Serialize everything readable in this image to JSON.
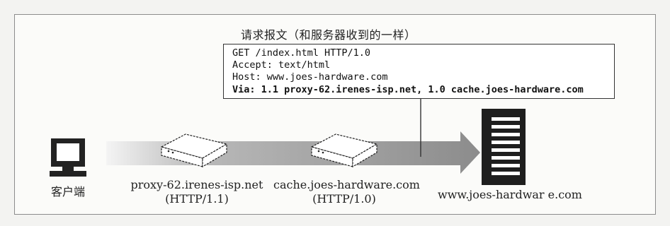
{
  "request": {
    "title": "请求报文（和服务器收到的一样）",
    "lines": [
      "GET /index.html HTTP/1.0",
      "Accept: text/html",
      "Host: www.joes-hardware.com",
      "Via: 1.1 proxy-62.irenes-isp.net, 1.0 cache.joes-hardware.com"
    ]
  },
  "nodes": {
    "client": {
      "label": "客户端"
    },
    "proxy": {
      "label": "proxy-62.irenes-isp.net",
      "protocol": "(HTTP/1.1)"
    },
    "cache": {
      "label": "cache.joes-hardware.com",
      "protocol": "(HTTP/1.0)"
    },
    "server": {
      "label": "www.joes-hardwar e.com"
    }
  },
  "colors": {
    "arrow": "#8f8f8f",
    "line": "#333333"
  }
}
